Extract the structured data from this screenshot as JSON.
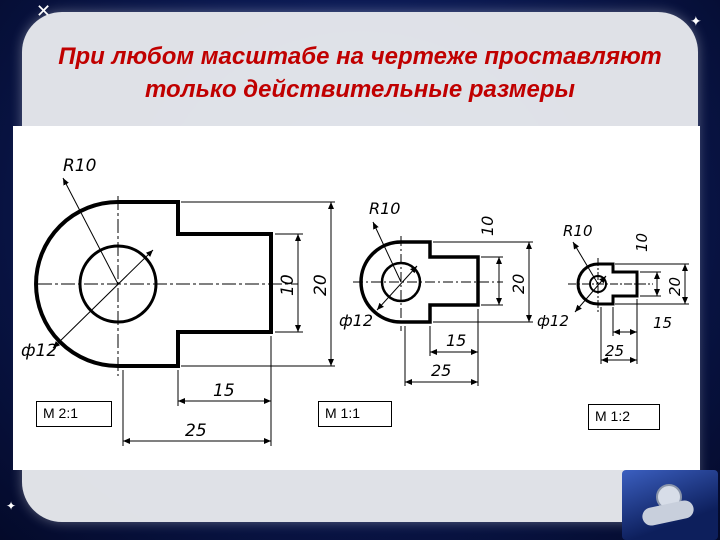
{
  "title": "При любом масштабе на чертеже проставляют только действительные размеры",
  "drawings": [
    {
      "scale_label": "М 2:1",
      "dims": {
        "radius": "R10",
        "diameter": "ф12",
        "inner_h": "10",
        "outer_h": "20",
        "slot_w": "15",
        "total_w": "25"
      }
    },
    {
      "scale_label": "М 1:1",
      "dims": {
        "radius": "R10",
        "diameter": "ф12",
        "inner_h": "10",
        "outer_h": "20",
        "slot_w": "15",
        "total_w": "25"
      }
    },
    {
      "scale_label": "М 1:2",
      "dims": {
        "radius": "R10",
        "diameter": "ф12",
        "inner_h": "10",
        "outer_h": "20",
        "slot_w": "15",
        "total_w": "25"
      }
    }
  ],
  "colors": {
    "title": "#c00000",
    "panel": "#e8eaee",
    "background": "#0b1a55"
  }
}
